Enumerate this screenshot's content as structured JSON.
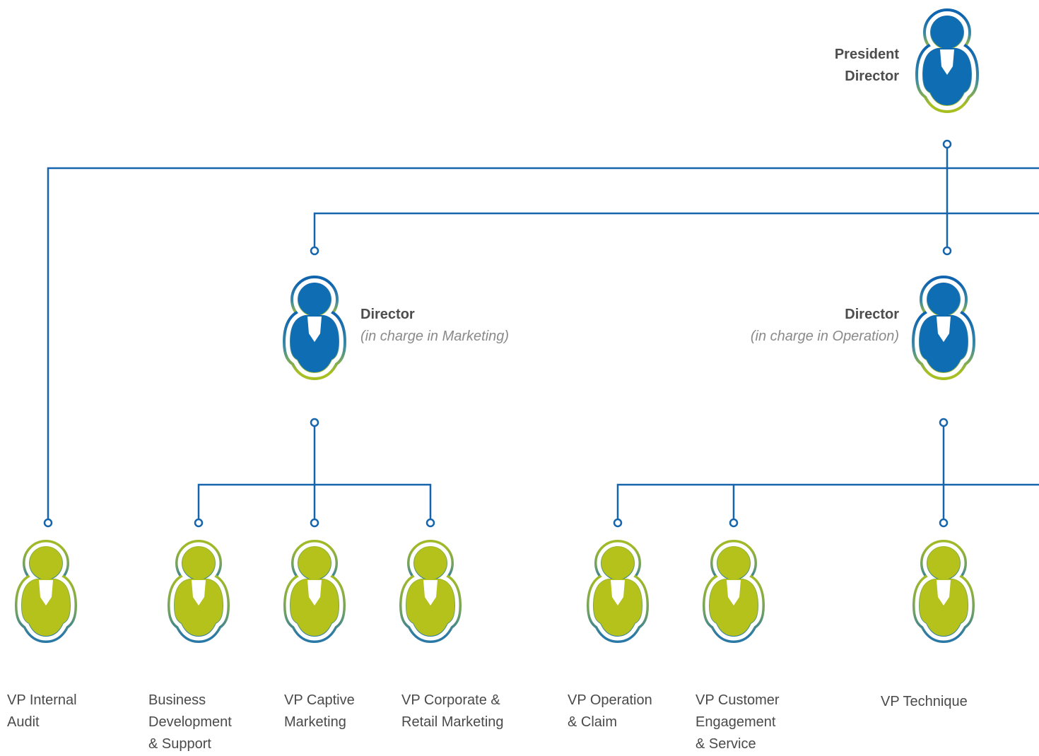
{
  "colors": {
    "line": "#1465ad",
    "director_body": "#0f6db3",
    "vp_body": "#b5c21c",
    "outline_top": "#1065ae",
    "outline_bottom": "#a8bf22"
  },
  "icon": "person-with-tie",
  "president": {
    "lines": [
      "President",
      "Director"
    ]
  },
  "directors": [
    {
      "id": "marketing",
      "title": "Director",
      "subtitle": "(in charge in Marketing)"
    },
    {
      "id": "operation",
      "title": "Director",
      "subtitle": "(in charge in Operation)"
    }
  ],
  "vps": [
    {
      "id": "internal-audit",
      "lines": [
        "VP Internal",
        "Audit"
      ]
    },
    {
      "id": "business-development",
      "lines": [
        "Business",
        "Development",
        "& Support"
      ]
    },
    {
      "id": "captive-marketing",
      "lines": [
        "VP Captive",
        "Marketing"
      ]
    },
    {
      "id": "corporate-retail-marketing",
      "lines": [
        "VP Corporate &",
        "Retail Marketing"
      ]
    },
    {
      "id": "operation-claim",
      "lines": [
        "VP Operation",
        "& Claim"
      ]
    },
    {
      "id": "customer-engagement",
      "lines": [
        "VP Customer",
        "Engagement",
        "& Service"
      ]
    },
    {
      "id": "technique",
      "lines": [
        "VP Technique"
      ]
    }
  ]
}
